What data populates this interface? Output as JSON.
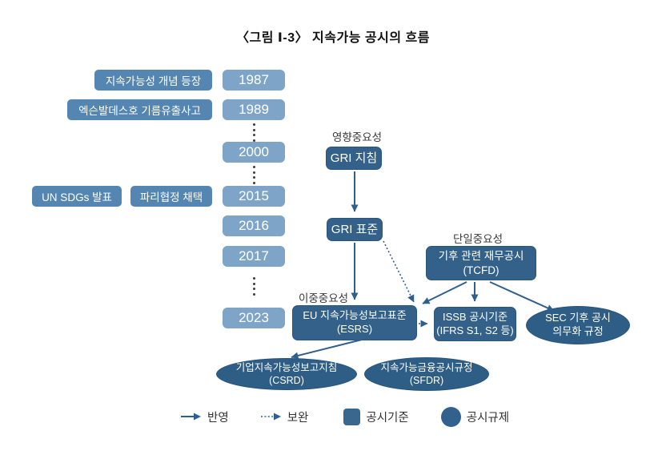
{
  "title": "〈그림 Ⅰ-3〉 지속가능 공시의 흐름",
  "timeline": {
    "years": [
      "1987",
      "1989",
      "2000",
      "2015",
      "2016",
      "2017",
      "2023"
    ]
  },
  "events": {
    "sustainability_concept": "지속가능성 개념 등장",
    "exxon_valdez": "엑슨발데스호 기름유출사고",
    "un_sdgs": "UN SDGs 발표",
    "paris_agreement": "파리협정 채택"
  },
  "materiality_labels": {
    "impact": "영향중요성",
    "single": "단일중요성",
    "double": "이중중요성"
  },
  "standards": {
    "gri_guideline": "GRI 지침",
    "gri_standard": "GRI 표준",
    "tcfd": {
      "line1": "기후 관련 재무공시",
      "line2": "(TCFD)"
    },
    "esrs": {
      "line1": "EU 지속가능성보고표준",
      "line2": "(ESRS)"
    },
    "issb": {
      "line1": "ISSB 공시기준",
      "line2": "(IFRS S1, S2 등)"
    }
  },
  "regulations": {
    "sec": {
      "line1": "SEC 기후 공시",
      "line2": "의무화 규정"
    },
    "csrd": {
      "line1": "기업지속가능성보고지침",
      "line2": "(CSRD)"
    },
    "sfdr": {
      "line1": "지속가능금융공시규정",
      "line2": "(SFDR)"
    }
  },
  "legend": {
    "reflect": "반영",
    "complement": "보완",
    "disclosure_standard": "공시기준",
    "disclosure_regulation": "공시규제"
  },
  "colors": {
    "year_box": "#7EA5C7",
    "event_box": "#5486B1",
    "standard_box": "#33618A",
    "regulation_ellipse": "#2E5E86",
    "arrow": "#2E5F8E"
  }
}
